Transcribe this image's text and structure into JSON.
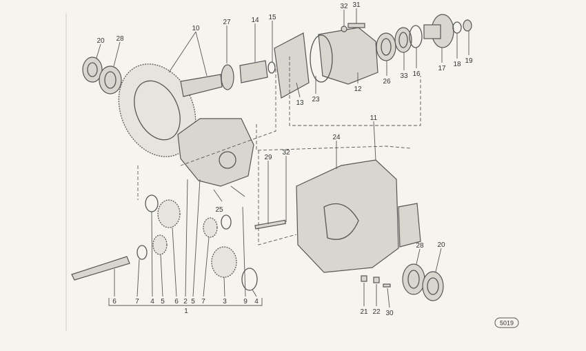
{
  "diagram": {
    "figure_number": "5019",
    "group_label": "1",
    "callouts_top": [
      "32",
      "31",
      "10",
      "27",
      "14",
      "15",
      "20",
      "28",
      "26",
      "33",
      "16",
      "17",
      "18",
      "19",
      "12",
      "13",
      "23"
    ],
    "callouts_middle": [
      "11",
      "24",
      "29",
      "32",
      "25",
      "28",
      "20",
      "21",
      "22",
      "30"
    ],
    "callouts_bottom": [
      "6",
      "7",
      "4",
      "5",
      "6",
      "2",
      "5",
      "7",
      "3",
      "9",
      "4"
    ]
  }
}
